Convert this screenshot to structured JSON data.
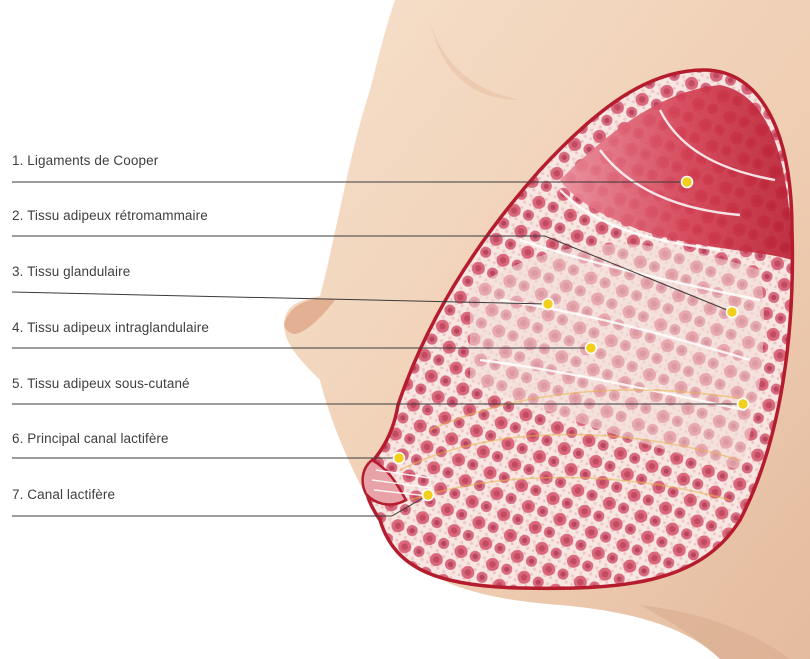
{
  "labels": [
    {
      "text": "1. Ligaments de Cooper"
    },
    {
      "text": "2. Tissu adipeux rétromammaire"
    },
    {
      "text": "3. Tissu glandulaire"
    },
    {
      "text": "4. Tissu adipeux intraglandulaire"
    },
    {
      "text": "5. Tissu adipeux sous-cutané"
    },
    {
      "text": "6. Principal canal lactifère"
    },
    {
      "text": "7. Canal lactifère"
    }
  ],
  "colors": {
    "skin": "#f3d6bd",
    "skin_shade": "#e0b597",
    "outline": "#b51d2f",
    "muscle": "#c7263a",
    "tissue": "#f6e3de",
    "lobule": "#cf5d73",
    "marker": "#f2cf1a",
    "leader": "#3a3a3a",
    "text": "#3f3f3f"
  }
}
